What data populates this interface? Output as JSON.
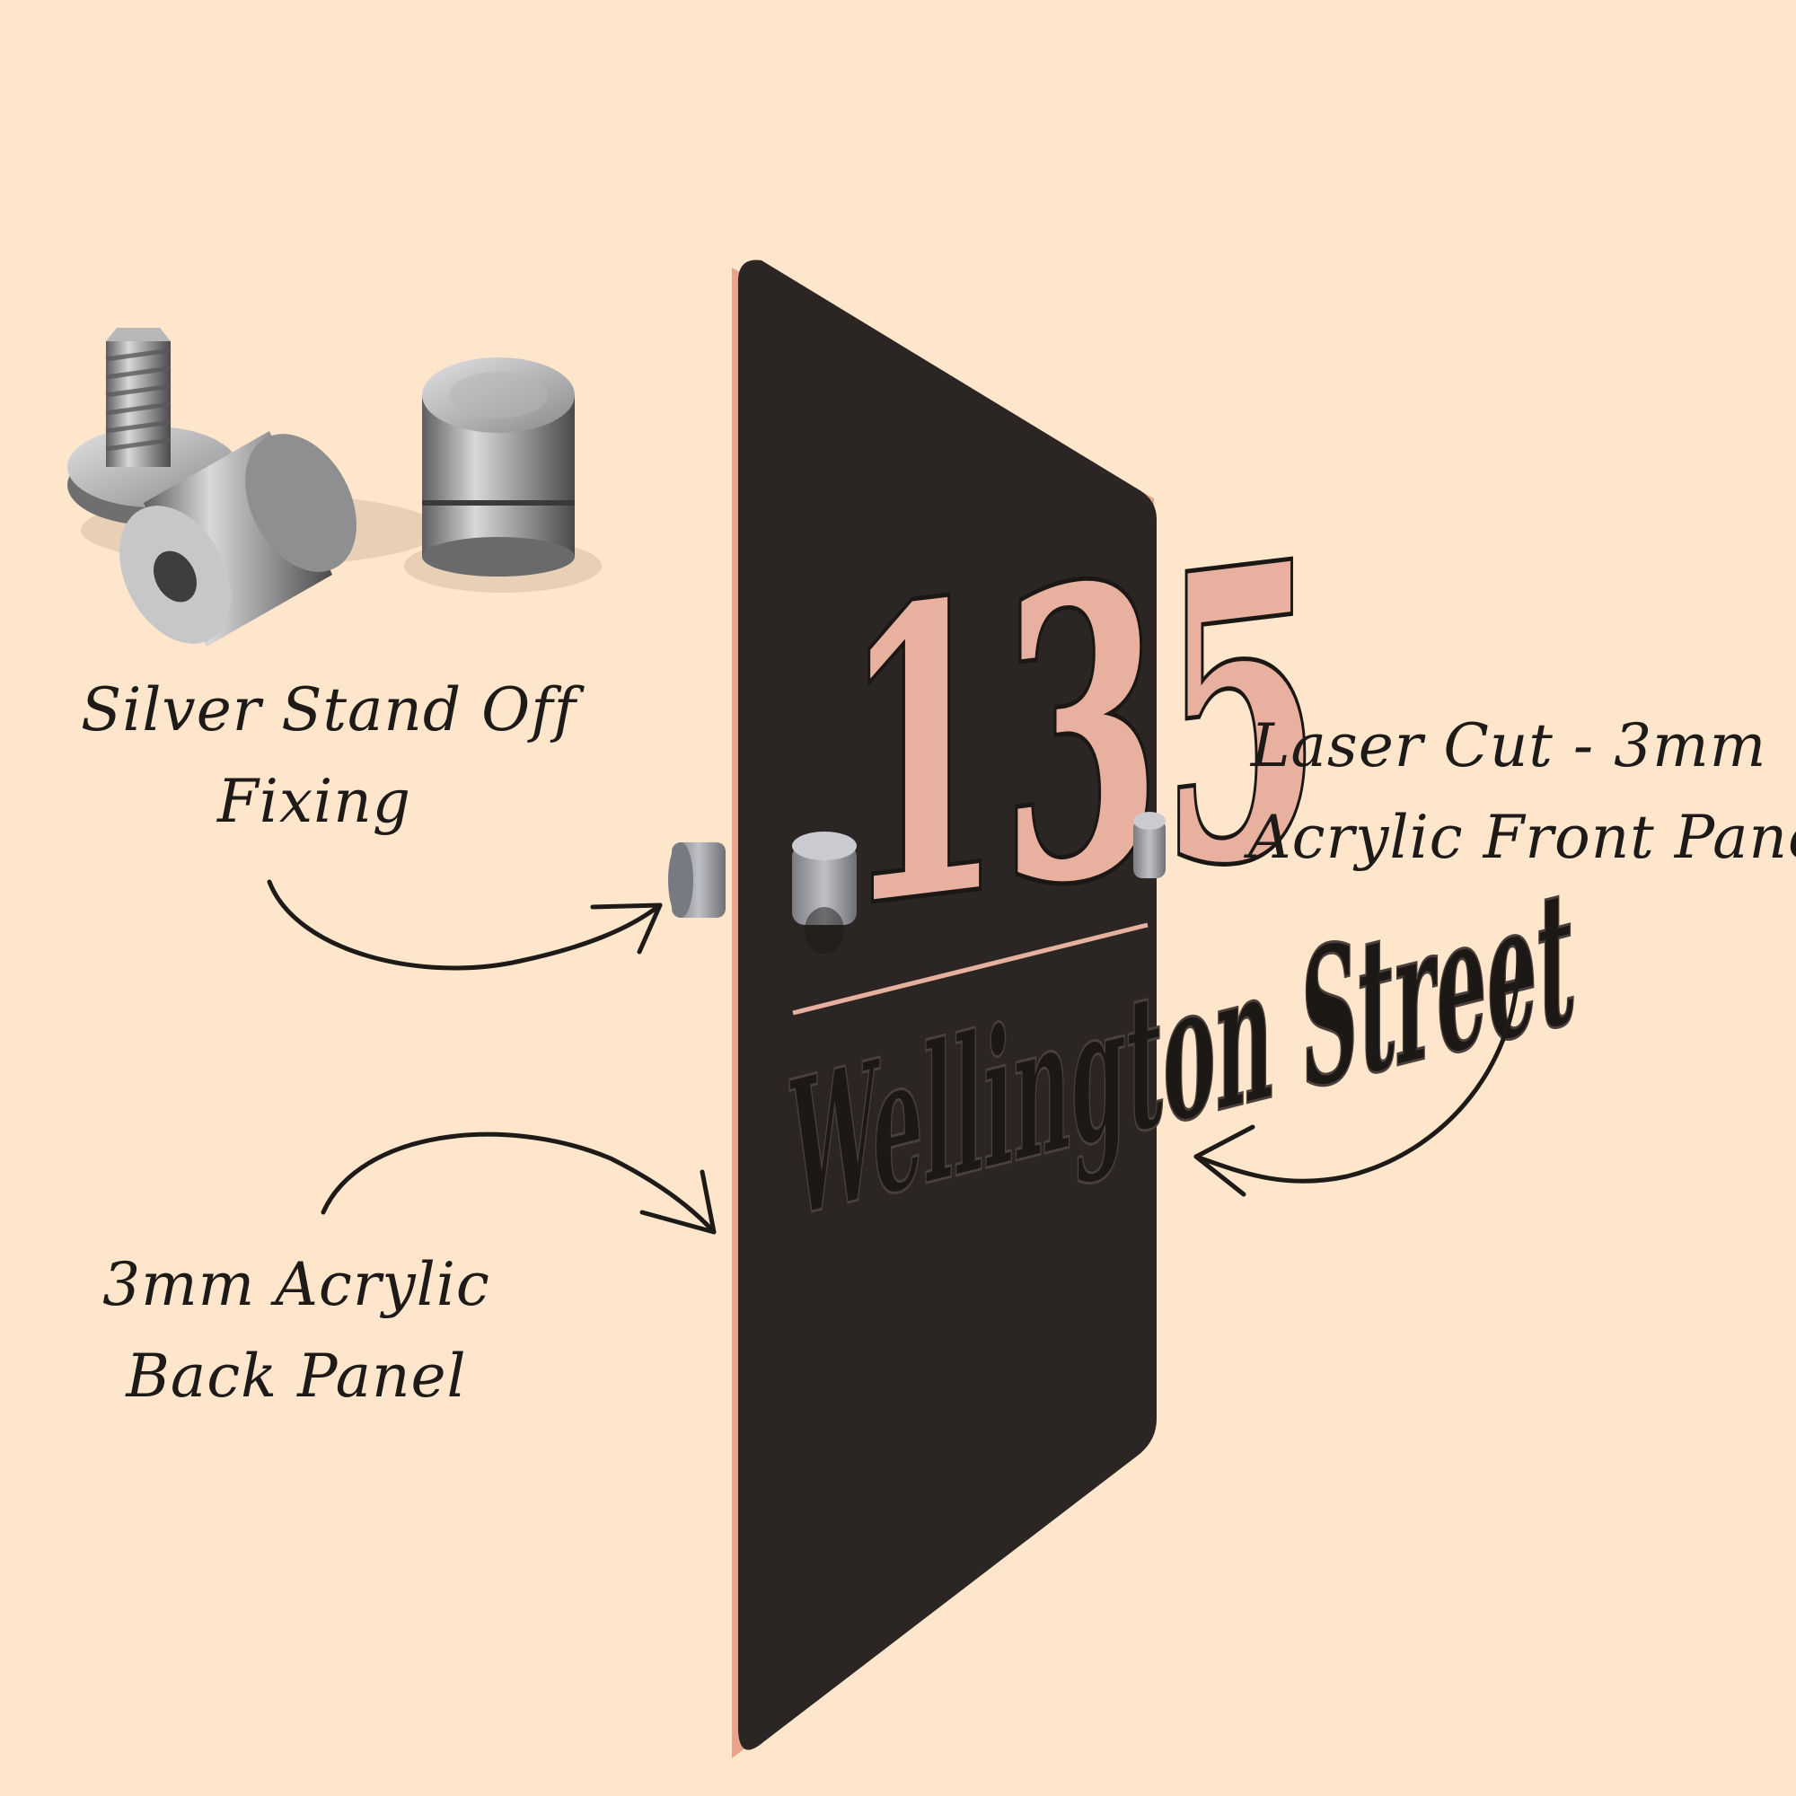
{
  "colors": {
    "background": "#fde6cb",
    "panel_front": "#2b2624",
    "panel_back_edge": "#e8a58c",
    "copper_fill": "#e7b09f",
    "ink": "#1e1a18",
    "steel": "#9a9a9c"
  },
  "sign": {
    "house_number": "135",
    "street_name": "Wellington Street"
  },
  "annotations": {
    "standoff": {
      "line1": "Silver Stand Off",
      "line2": "Fixing"
    },
    "front_panel": {
      "line1": "Laser Cut - 3mm",
      "line2": "Acrylic Front Panel"
    },
    "back_panel": {
      "line1": "3mm Acrylic",
      "line2": "Back Panel"
    }
  },
  "icons": [
    "standoff-screw-icon",
    "standoff-barrel-icon",
    "standoff-cap-icon",
    "arrow-icon"
  ]
}
